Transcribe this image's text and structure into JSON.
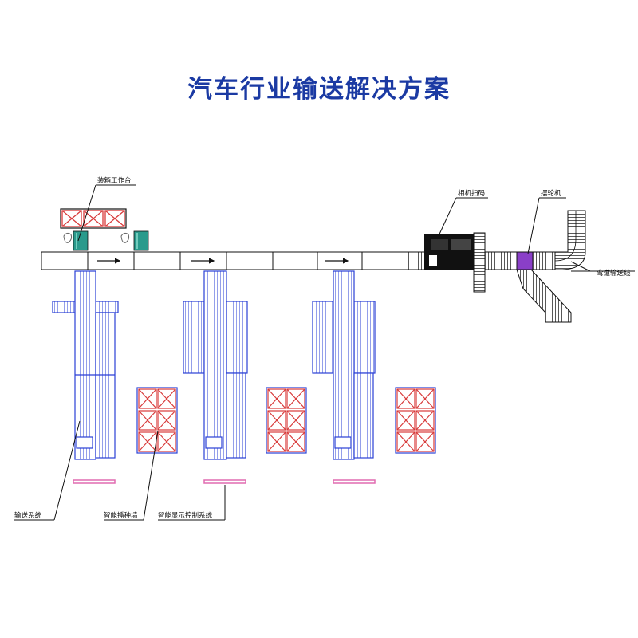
{
  "title": "汽车行业输送解决方案",
  "labels": {
    "packing_station": "装箱工作台",
    "camera_scan": "相机扫码",
    "swing_wheel": "摆轮机",
    "curve_conveyor": "弯道输送线",
    "conveyor_system": "输送系统",
    "smart_sorting_wall": "智能播种墙",
    "smart_display_control": "智能显示控制系统"
  },
  "colors": {
    "title": "#1b3aa3",
    "conveyor_blue": "#2a3fd6",
    "sorting_wall_red": "#d83a3a",
    "display_bar_pink": "#e16bb0",
    "swing_wheel_purple": "#8a3fc8",
    "station_teal": "#2a9a8c",
    "machine_black": "#111111"
  }
}
